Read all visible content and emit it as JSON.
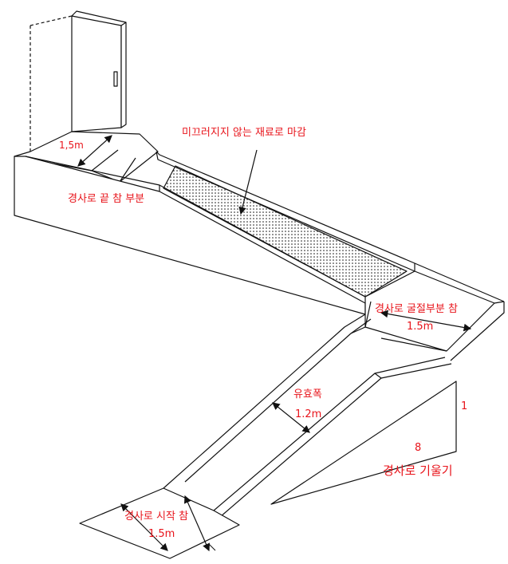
{
  "colors": {
    "label": "#e8141b",
    "line": "#111111",
    "background": "#ffffff"
  },
  "labels": {
    "top_landing_width": "1,5m",
    "surface_material": "미끄러지지 않는 재료로 마감",
    "end_landing": "경사로 끝 참 부분",
    "turn_landing": "경사로 굴절부분 참",
    "turn_landing_width": "1.5m",
    "effective_width_title": "유효폭",
    "effective_width_value": "1.2m",
    "slope_rise": "1",
    "slope_run": "8",
    "slope_title": "경사로 기울기",
    "start_landing": "경사로 시작 참",
    "start_landing_width": "1.5m"
  }
}
